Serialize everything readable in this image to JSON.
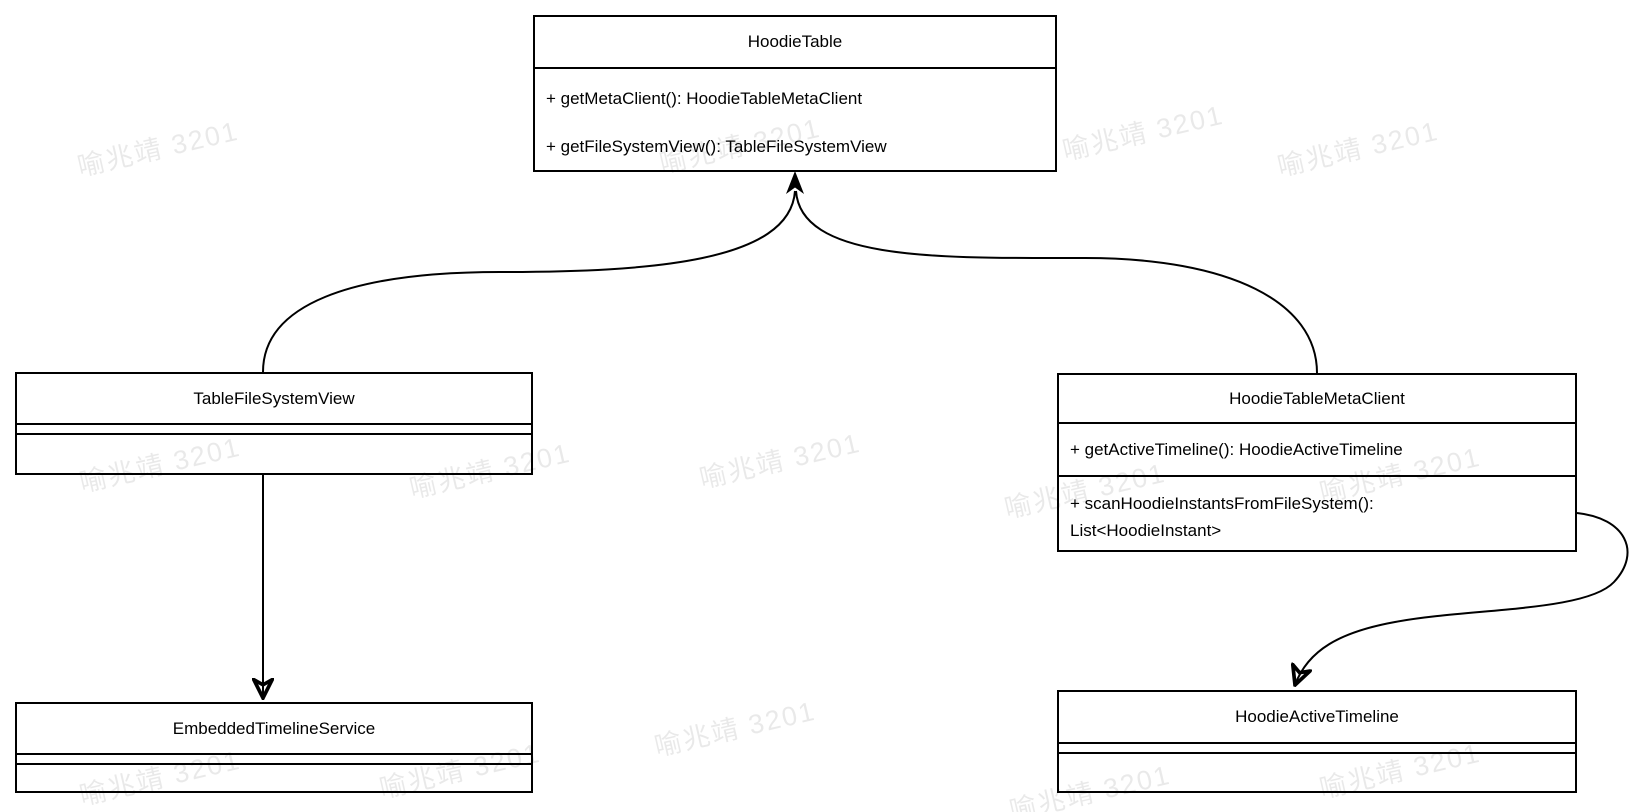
{
  "diagram": {
    "type": "uml-class-diagram",
    "colors": {
      "stroke": "#000000",
      "fill": "#ffffff",
      "watermark": "#e9e9e9"
    },
    "watermark": {
      "text": "喻兆靖 3201"
    },
    "classes": {
      "hoodie_table": {
        "title": "HoodieTable",
        "method_1": "+ getMetaClient(): HoodieTableMetaClient",
        "method_2": "+ getFileSystemView(): TableFileSystemView"
      },
      "table_file_system_view": {
        "title": "TableFileSystemView"
      },
      "hoodie_table_meta_client": {
        "title": "HoodieTableMetaClient",
        "method_1": "+ getActiveTimeline(): HoodieActiveTimeline",
        "method_2_line_1": "+ scanHoodieInstantsFromFileSystem():",
        "method_2_line_2": "List<HoodieInstant>"
      },
      "embedded_timeline_service": {
        "title": "EmbeddedTimelineService"
      },
      "hoodie_active_timeline": {
        "title": "HoodieActiveTimeline"
      }
    },
    "relations": [
      {
        "from": "TableFileSystemView",
        "to": "HoodieTable",
        "style": "curved solid arrow"
      },
      {
        "from": "HoodieTableMetaClient",
        "to": "HoodieTable",
        "style": "curved solid arrow"
      },
      {
        "from": "TableFileSystemView",
        "to": "EmbeddedTimelineService",
        "style": "straight solid arrow"
      },
      {
        "from": "HoodieTableMetaClient",
        "to": "HoodieActiveTimeline",
        "style": "curved solid arrow"
      }
    ]
  }
}
